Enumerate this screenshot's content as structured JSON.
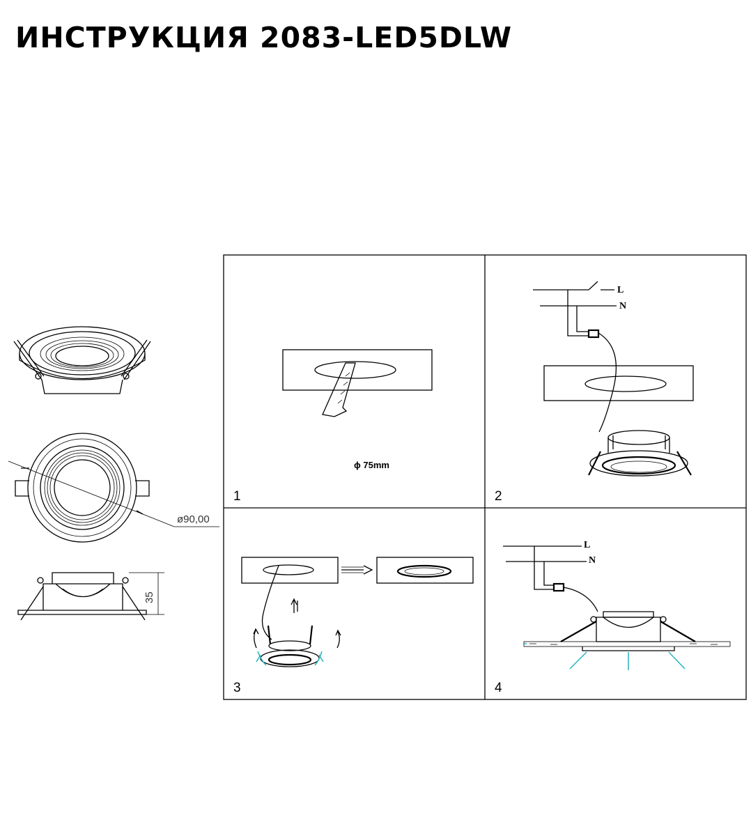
{
  "title": "ИНСТРУКЦИЯ 2083-LED5DLW",
  "dimensions": {
    "diameter": "ø90,00",
    "height": "35"
  },
  "steps": [
    {
      "number": "1",
      "hole_size": "ϕ 75mm"
    },
    {
      "number": "2",
      "wire_L": "L",
      "wire_N": "N"
    },
    {
      "number": "3"
    },
    {
      "number": "4",
      "wire_L": "L",
      "wire_N": "N"
    }
  ],
  "colors": {
    "accent": "#26b3c0",
    "line": "#000000"
  }
}
